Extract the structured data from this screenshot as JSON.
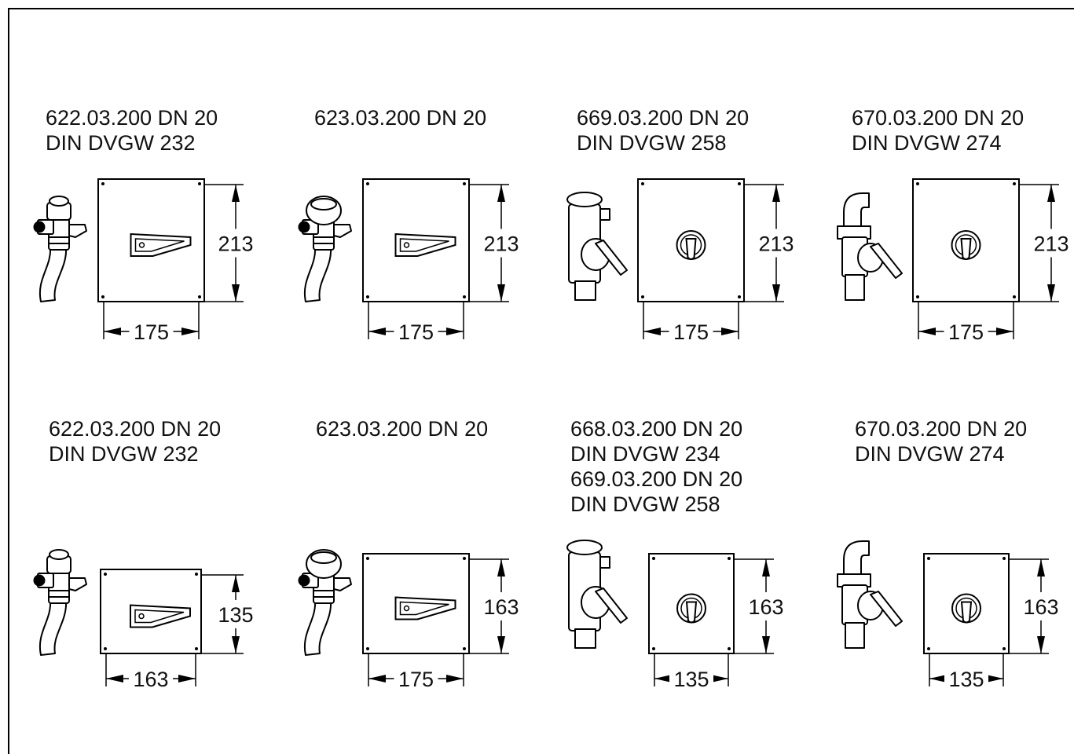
{
  "items": [
    {
      "lines": [
        "622.03.200 DN 20",
        "DIN DVGW 232"
      ],
      "handle": "lever",
      "valve": "compact",
      "height_dim": "213",
      "width_dim": "175"
    },
    {
      "lines": [
        "623.03.200 DN 20"
      ],
      "handle": "lever",
      "valve": "round",
      "height_dim": "213",
      "width_dim": "175"
    },
    {
      "lines": [
        "669.03.200 DN 20",
        "DIN DVGW 258"
      ],
      "handle": "knob",
      "valve": "straight",
      "height_dim": "213",
      "width_dim": "175"
    },
    {
      "lines": [
        "670.03.200 DN 20",
        "DIN DVGW 274"
      ],
      "handle": "knob",
      "valve": "elbow",
      "height_dim": "213",
      "width_dim": "175"
    },
    {
      "lines": [
        "622.03.200 DN 20",
        "DIN DVGW 232"
      ],
      "handle": "lever",
      "valve": "compact",
      "height_dim": "135",
      "width_dim": "163"
    },
    {
      "lines": [
        "623.03.200 DN 20"
      ],
      "handle": "lever",
      "valve": "round",
      "height_dim": "163",
      "width_dim": "175"
    },
    {
      "lines": [
        "668.03.200 DN 20",
        "DIN DVGW 234",
        "669.03.200 DN 20",
        "DIN DVGW 258"
      ],
      "handle": "knob",
      "valve": "straight",
      "height_dim": "163",
      "width_dim": "135"
    },
    {
      "lines": [
        "670.03.200 DN 20",
        "DIN DVGW 274"
      ],
      "handle": "knob",
      "valve": "elbow",
      "height_dim": "163",
      "width_dim": "135"
    }
  ]
}
